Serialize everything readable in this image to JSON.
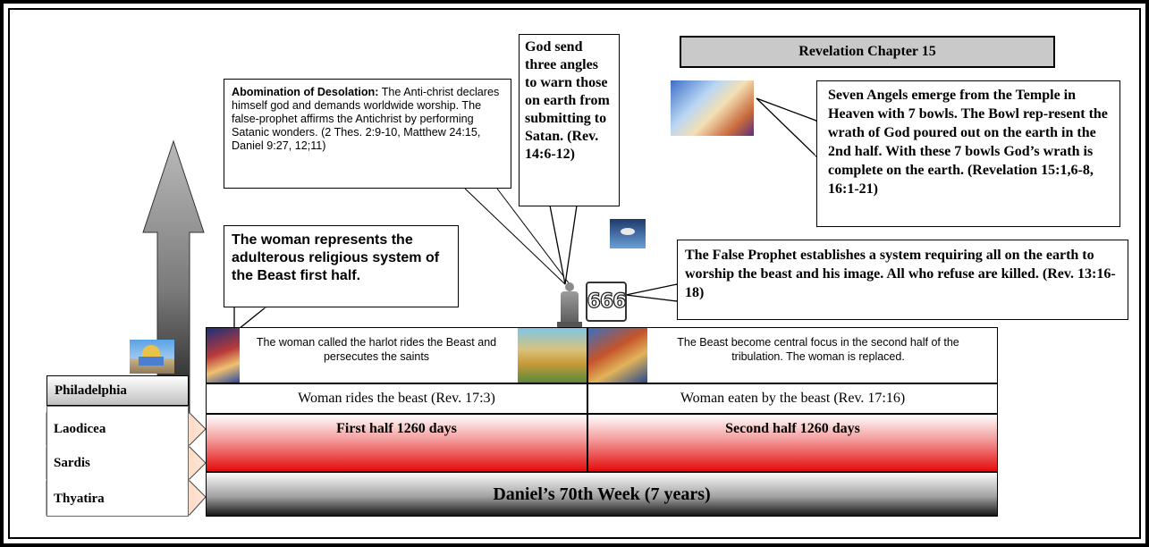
{
  "title": "Revelation Chapter 15",
  "abomination": {
    "heading": "Abomination of Desolation:",
    "text": " The Anti-christ declares himself god and demands worldwide worship.  The false-prophet affirms the Antichrist by performing Satanic wonders. (2 Thes. 2:9-10, Matthew 24:15, Daniel 9:27, 12;11)"
  },
  "angels_note": "God send three angles to warn those on earth from submitting to Satan. (Rev. 14:6-12)",
  "bowls_note": "Seven Angels emerge from the Temple in Heaven with 7 bowls. The Bowl rep-resent the wrath of God poured out on the earth in the 2nd half.  With these 7 bowls God’s wrath is complete on the earth. (Revelation 15:1,6-8, 16:1-21)",
  "woman_note": "The woman represents the adulterous religious system of the  Beast first half.",
  "false_prophet_note": "The False Prophet establishes a system requiring all on the earth to worship the beast and his image. All who refuse are killed. (Rev. 13:16-18)",
  "mark_666": "666",
  "timeline": {
    "harlot_text": "The woman called the harlot rides the Beast and persecutes the saints",
    "beast_text": "The Beast become central focus in the second half of the tribulation. The woman is replaced.",
    "woman_rides": "Woman  rides the beast (Rev. 17:3)",
    "woman_eaten": "Woman eaten by the beast (Rev. 17:16)",
    "first_half": "First half 1260 days",
    "second_half": "Second half 1260 days",
    "week": "Daniel’s 70th Week (7 years)"
  },
  "churches": [
    "Philadelphia",
    "Laodicea",
    "Sardis",
    "Thyatira"
  ],
  "colors": {
    "church_orange": "#f26a21",
    "half_red": "#e40b0b",
    "title_gray": "#c9c9c9"
  }
}
